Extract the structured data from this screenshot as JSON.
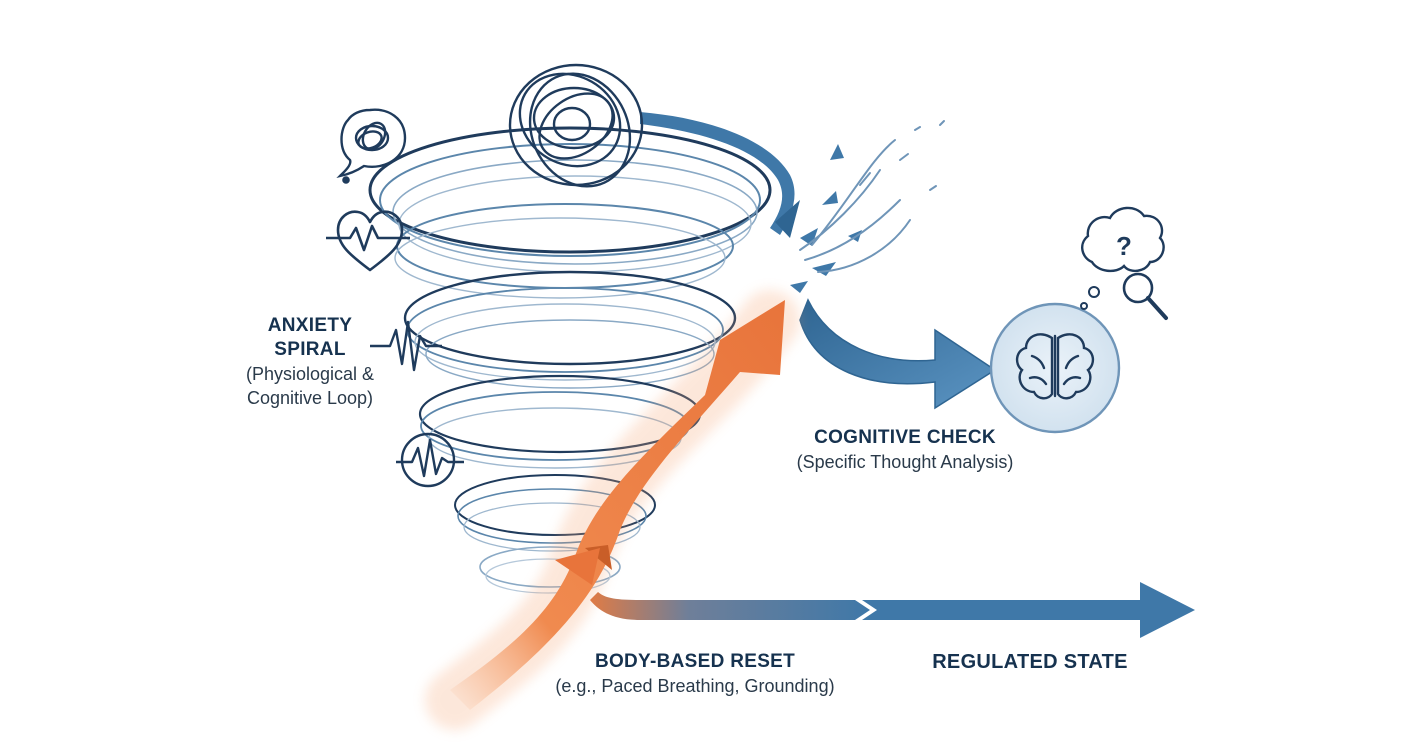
{
  "labels": {
    "anxiety": {
      "title_line1": "ANXIETY",
      "title_line2": "SPIRAL",
      "sub_line1": "(Physiological &",
      "sub_line2": "Cognitive Loop)"
    },
    "cognitive": {
      "title": "COGNITIVE CHECK",
      "sub": "(Specific Thought Analysis)"
    },
    "reset": {
      "title": "BODY-BASED RESET",
      "sub": "(e.g., Paced Breathing, Grounding)"
    },
    "regulated": {
      "title": "REGULATED STATE"
    }
  },
  "colors": {
    "navy": "#1f3b5c",
    "spiral_blue": "#5b86ab",
    "arrow_blue": "#3f78a8",
    "orange": "#e8743b",
    "orange_light": "#f6a36f"
  },
  "icons": [
    "tangled-thought-icon",
    "thought-bubble-icon",
    "heart-rate-icon",
    "pulse-wave-icon",
    "heartbeat-circle-icon",
    "brain-icon",
    "question-bubble-icon",
    "magnifier-icon"
  ]
}
